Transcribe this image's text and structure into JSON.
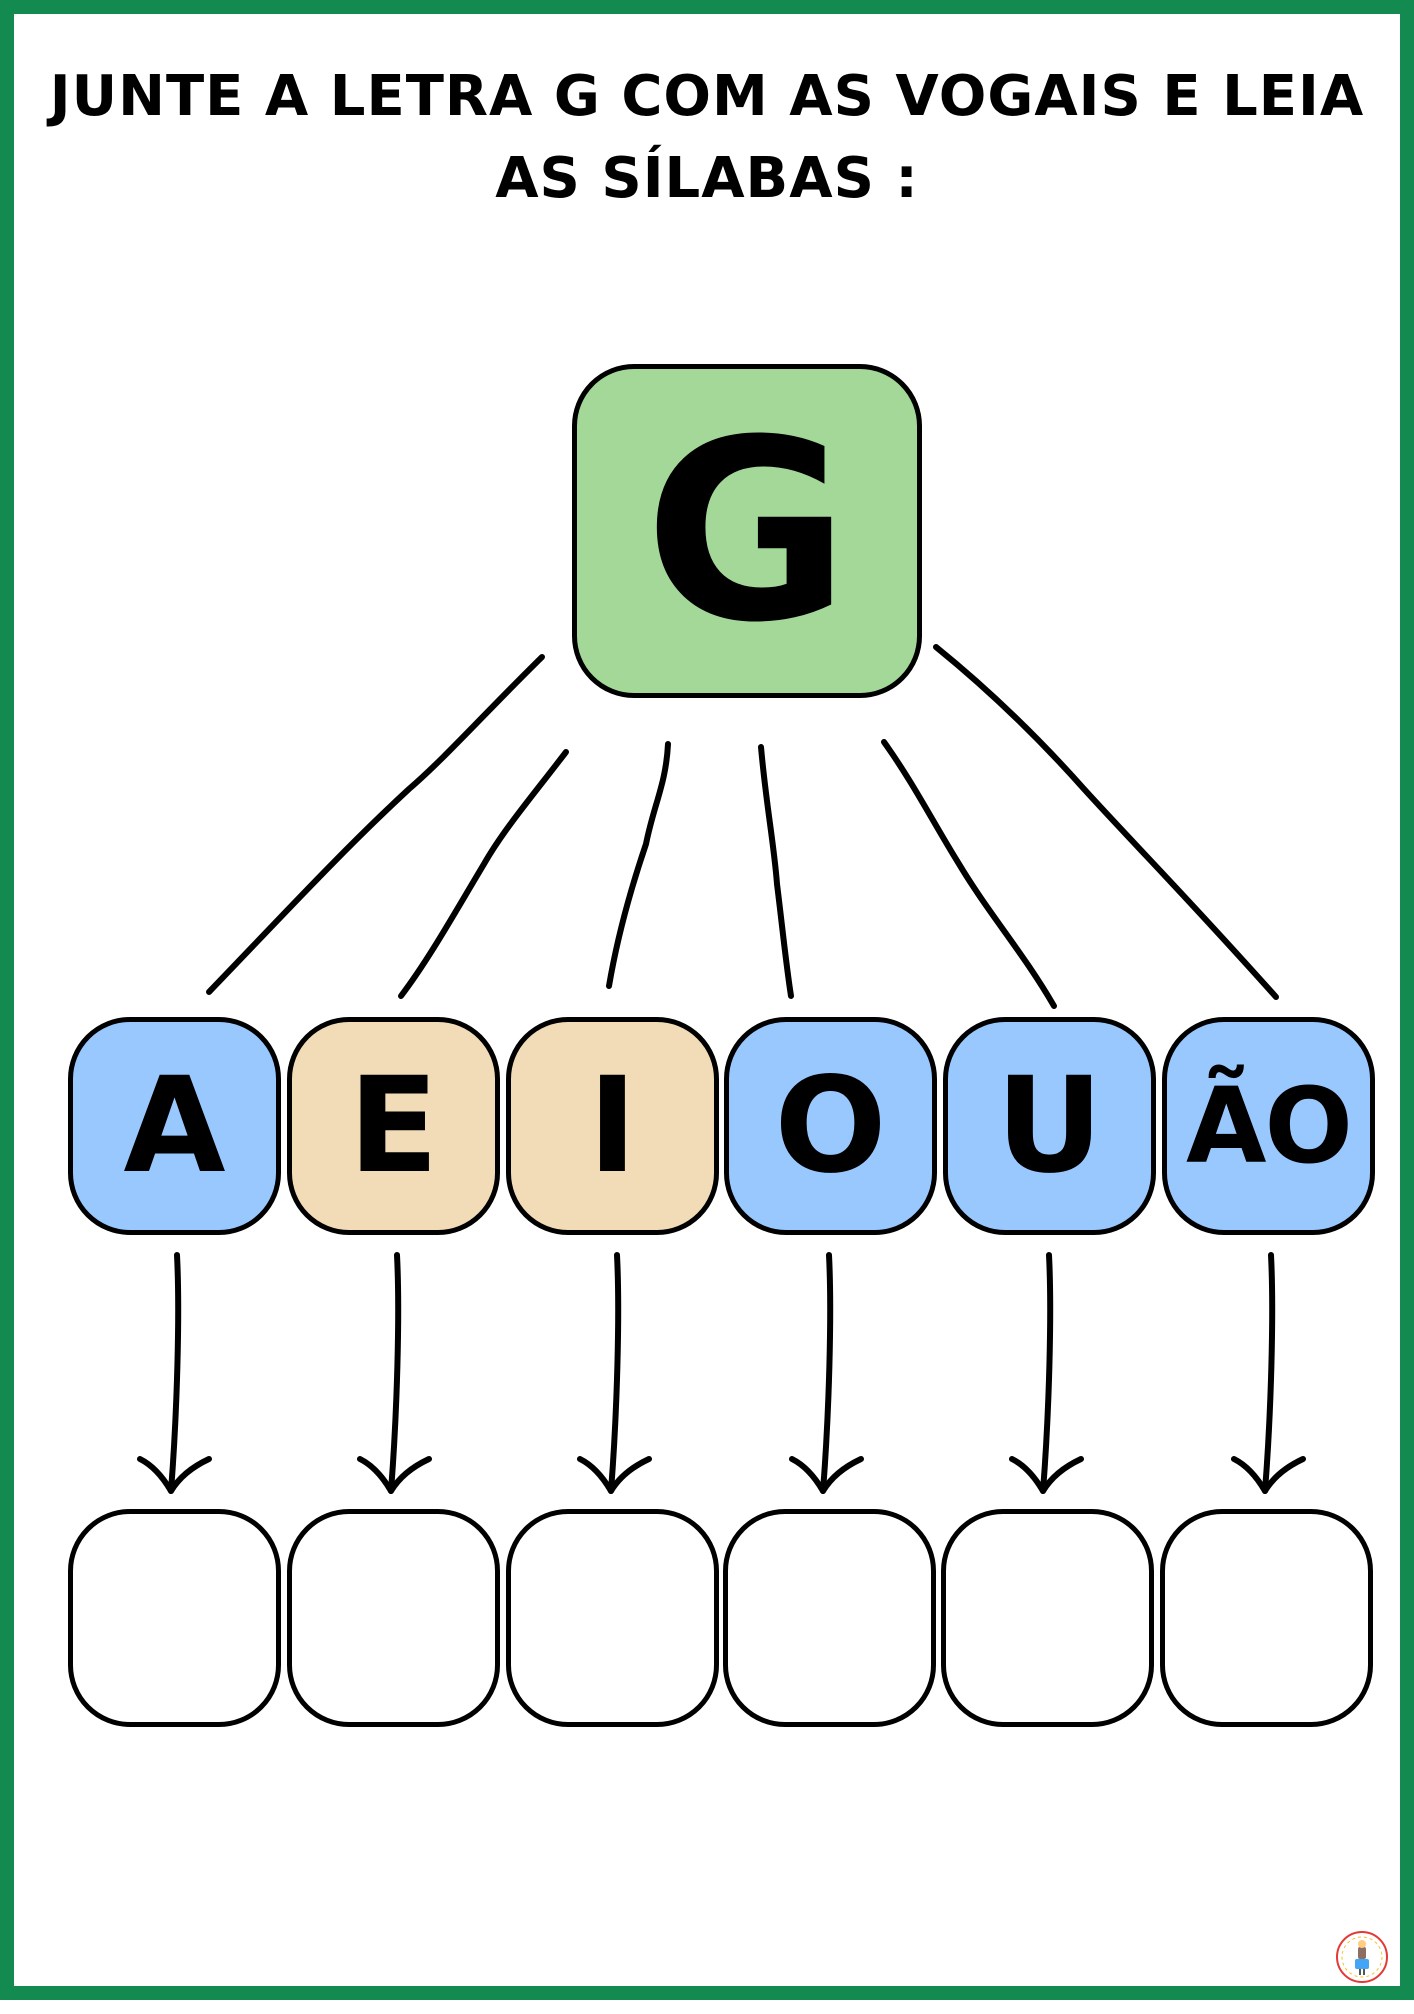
{
  "title": "JUNTE A LETRA G COM AS VOGAIS E LEIA AS SÍLABAS :",
  "consonant": {
    "letter": "G",
    "color": "#a3d899"
  },
  "vowels": [
    {
      "label": "A",
      "color": "#99c8ff"
    },
    {
      "label": "E",
      "color": "#f2dcb8"
    },
    {
      "label": "I",
      "color": "#f2dcb8"
    },
    {
      "label": "O",
      "color": "#99c8ff"
    },
    {
      "label": "U",
      "color": "#99c8ff"
    },
    {
      "label": "ÃO",
      "color": "#99c8ff"
    }
  ],
  "answer_boxes": [
    "",
    "",
    "",
    "",
    "",
    ""
  ],
  "colors": {
    "border": "#138a4f",
    "outline": "#000000"
  },
  "icons": {
    "logo": "educa-aprender-logo-icon"
  }
}
